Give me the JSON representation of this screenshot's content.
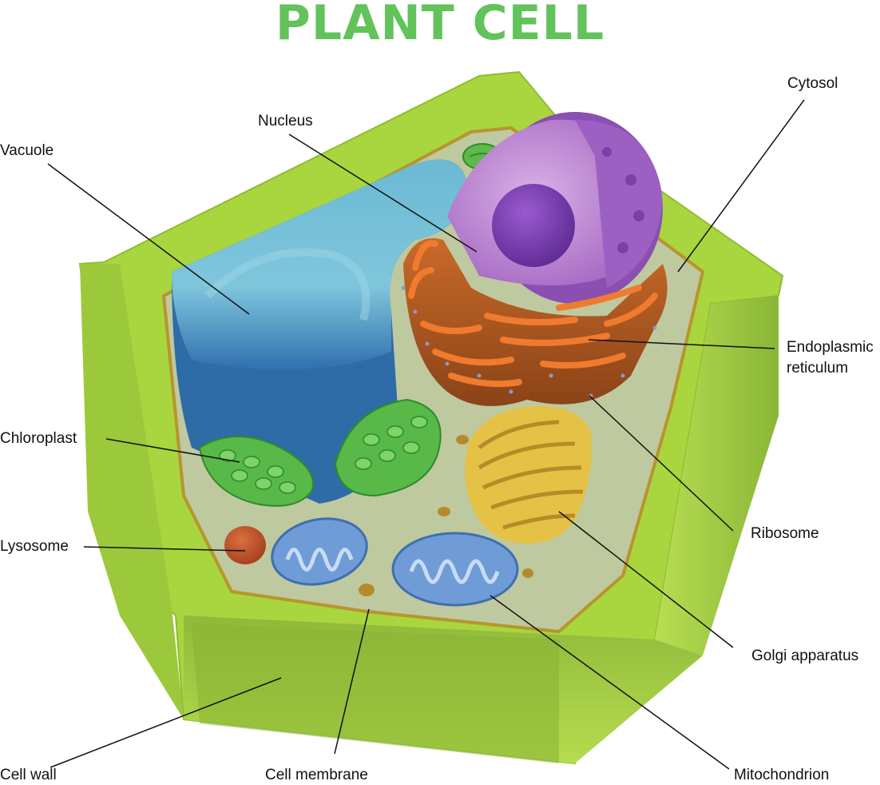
{
  "title": "PLANT CELL",
  "colors": {
    "title": "#62c35b",
    "cell_wall": "#a9d63e",
    "cytoplasm": "#bcc99c",
    "vacuole": "#6bb6d0",
    "nucleus": "#b77fcf",
    "nucleolus": "#7b3fb0",
    "endoplasmic_reticulum": "#e7722a",
    "golgi": "#e9c94a",
    "chloroplast": "#57b847",
    "mitochondrion": "#6f9bd6",
    "lysosome": "#c2562d"
  },
  "labels": {
    "vacuole": "Vacuole",
    "nucleus": "Nucleus",
    "cytosol": "Cytosol",
    "er_line1": "Endoplasmic",
    "er_line2": "reticulum",
    "chloroplast": "Chloroplast",
    "lysosome": "Lysosome",
    "ribosome": "Ribosome",
    "golgi": "Golgi apparatus",
    "cell_wall": "Cell wall",
    "cell_membrane": "Cell membrane",
    "mitochondrion": "Mitochondrion"
  }
}
